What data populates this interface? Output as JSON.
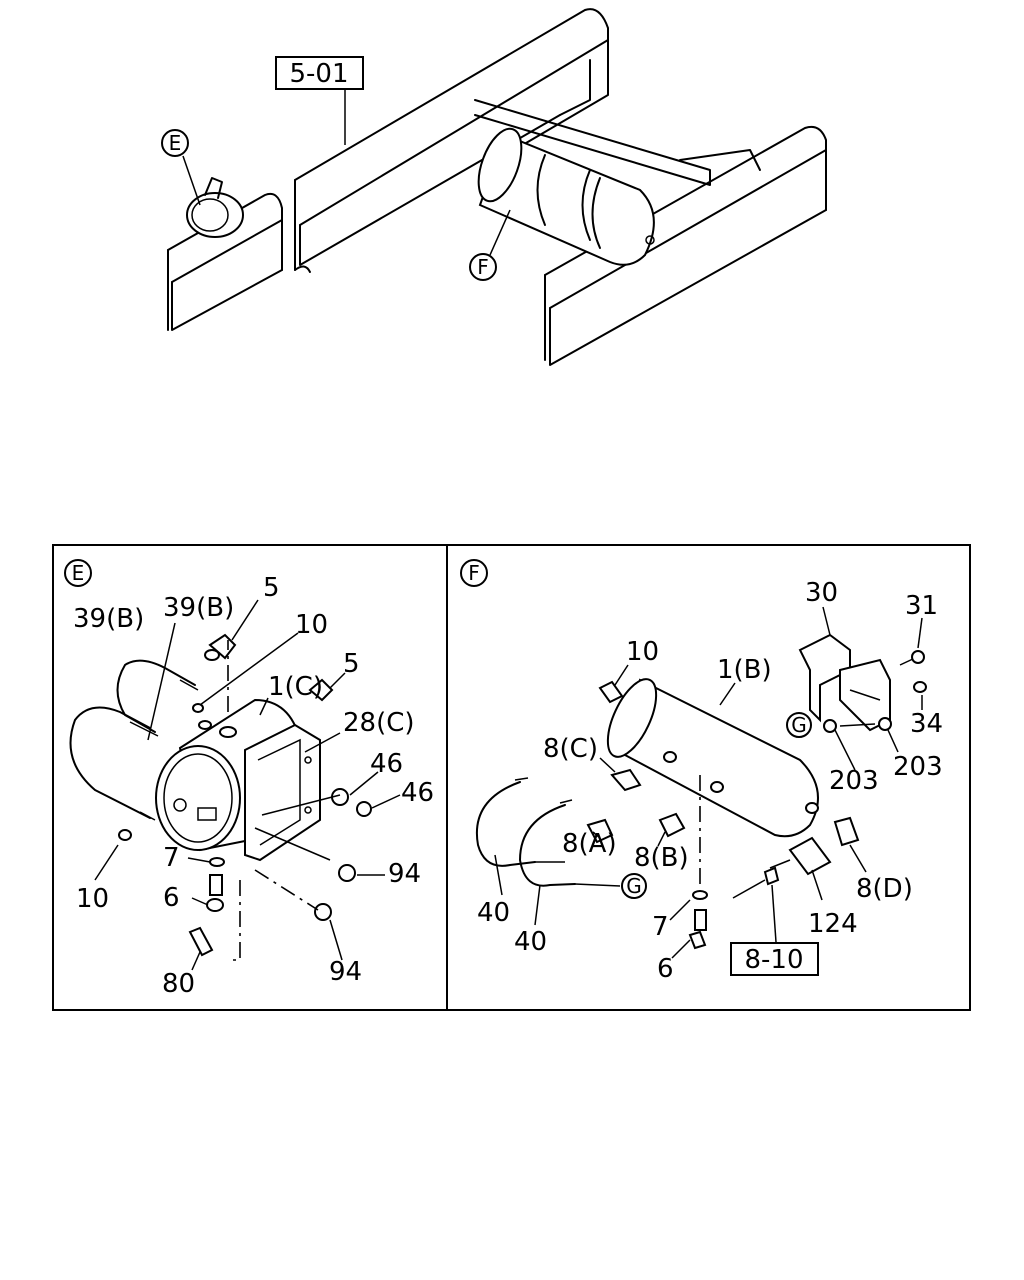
{
  "overview": {
    "ref_box": "5-01",
    "callout_e": "E",
    "callout_f": "F"
  },
  "panel_e": {
    "title": "E",
    "labels": {
      "p39b_a": "39(B)",
      "p39b_b": "39(B)",
      "p5_a": "5",
      "p10_a": "10",
      "p1c": "1(C)",
      "p5_b": "5",
      "p28c": "28(C)",
      "p46_a": "46",
      "p46_b": "46",
      "p7": "7",
      "p94_a": "94",
      "p10_b": "10",
      "p6": "6",
      "p80": "80",
      "p94_b": "94"
    }
  },
  "panel_f": {
    "title": "F",
    "labels": {
      "p30": "30",
      "p31": "31",
      "p10": "10",
      "p1b": "1(B)",
      "p34": "34",
      "g_a": "G",
      "p203_a": "203",
      "p203_b": "203",
      "p8c": "8(C)",
      "p8a": "8(A)",
      "p8b": "8(B)",
      "p8d": "8(D)",
      "g_b": "G",
      "p40_a": "40",
      "p40_b": "40",
      "p7": "7",
      "p124": "124",
      "p6": "6",
      "ref_box": "8-10"
    }
  }
}
